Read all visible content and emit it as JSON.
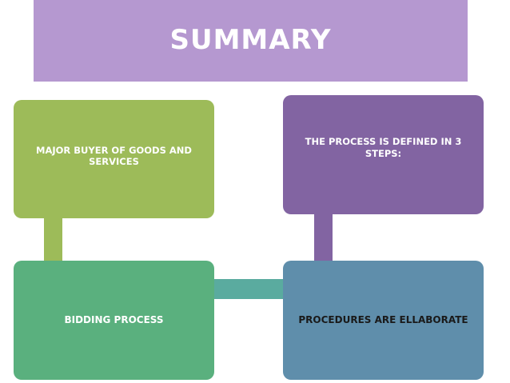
{
  "title": "SUMMARY",
  "boxes": {
    "top_left": "MAJOR BUYER OF GOODS AND SERVICES",
    "top_right": "THE  PROCESS IS DEFINED IN 3 STEPS:",
    "bottom_left": "BIDDING PROCESS",
    "bottom_right": "PROCEDURES ARE ELLABORATE"
  },
  "colors": {
    "title_banner": "#b598d0",
    "top_left": "#9dbb59",
    "top_right": "#8264a2",
    "bottom_left": "#5ab07e",
    "bottom_right": "#5f8eab",
    "middle_connector": "#5aab9f"
  }
}
